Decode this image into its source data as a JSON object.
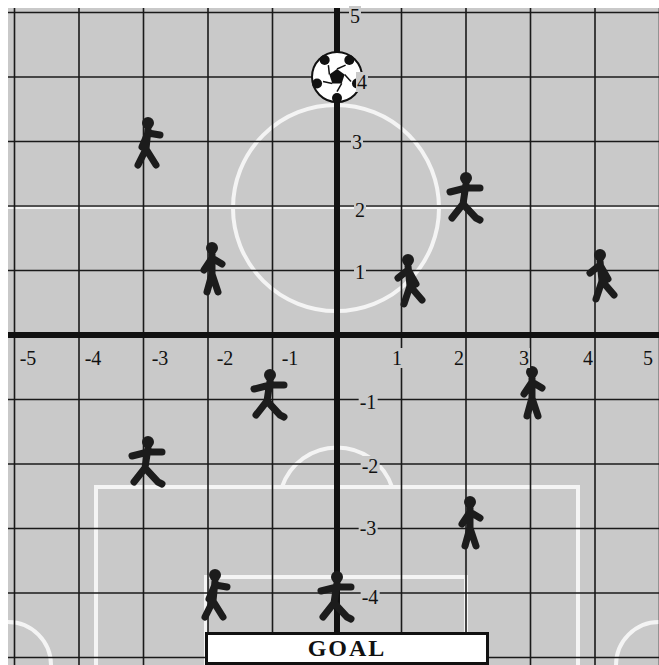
{
  "diagram": {
    "nodes": [
      {
        "text": [
          "GOAL"
        ]
      }
    ],
    "labels": [
      "-5",
      "-4",
      "-3",
      "-2",
      "-1",
      "1",
      "2",
      "3",
      "4",
      "5",
      "5",
      "4",
      "3",
      "2",
      "1",
      "-1",
      "-2",
      "-3",
      "-4"
    ]
  }
}
